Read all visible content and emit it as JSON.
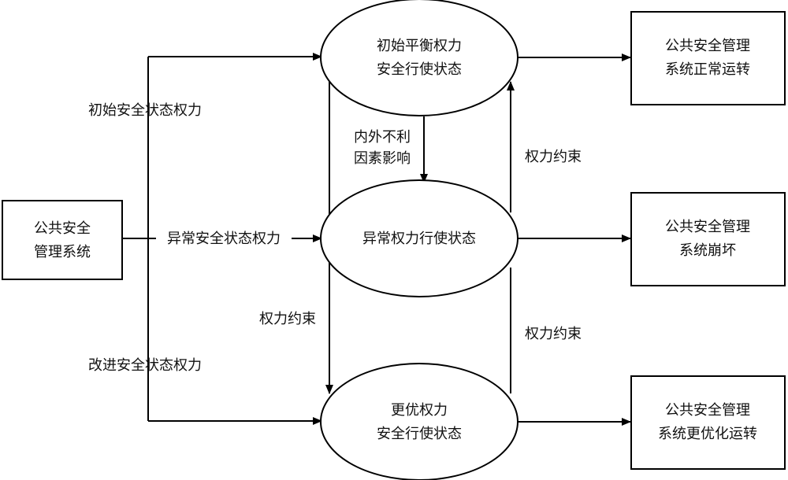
{
  "source_box": {
    "lines": [
      "公共安全",
      "管理系统"
    ]
  },
  "branch_labels": {
    "initial": "初始安全状态权力",
    "abnormal": "异常安全状态权力",
    "improved": "改进安全状态权力"
  },
  "states": {
    "initial": {
      "lines": [
        "初始平衡权力",
        "安全行使状态"
      ]
    },
    "abnormal": {
      "lines": [
        "异常权力行使状态"
      ]
    },
    "improved": {
      "lines": [
        "更优权力",
        "安全行使状态"
      ]
    }
  },
  "edge_labels": {
    "internal_external": [
      "内外不利",
      "因素影响"
    ],
    "constraint_right_upper": "权力约束",
    "constraint_right_lower": "权力约束",
    "constraint_left": "权力约束"
  },
  "outcomes": {
    "normal": {
      "lines": [
        "公共安全管理",
        "系统正常运转"
      ]
    },
    "collapse": {
      "lines": [
        "公共安全管理",
        "系统崩坏"
      ]
    },
    "optimized": {
      "lines": [
        "公共安全管理",
        "系统更优化运转"
      ]
    }
  }
}
